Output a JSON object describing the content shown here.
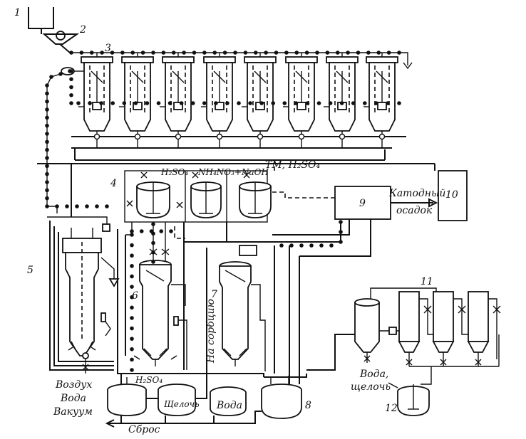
{
  "numbers": {
    "n1": "1",
    "n2": "2",
    "n3": "3",
    "n4": "4",
    "n5": "5",
    "n6": "6",
    "n7": "7",
    "n8": "8",
    "n9": "9",
    "n10": "10",
    "n11": "11",
    "n12": "12"
  },
  "labels": {
    "h2so4_top": "H₂SO₄",
    "nh4no3_naoh": "NH₄NO₃+NaOH",
    "tm_h2so4": "TM, H₂SO₄",
    "cathode_line1": "Катодный",
    "cathode_line2": "осадок",
    "air": "Воздух",
    "water_l": "Вода",
    "vacuum": "Вакуум",
    "h2so4_bottom": "H₂SO₄",
    "alkali_tank": "Щелочь",
    "water_tank": "Вода",
    "discharge": "Сброс",
    "sorption": "На сорбцию",
    "water_alkali_1": "Вода,",
    "water_alkali_2": "щелочь"
  }
}
